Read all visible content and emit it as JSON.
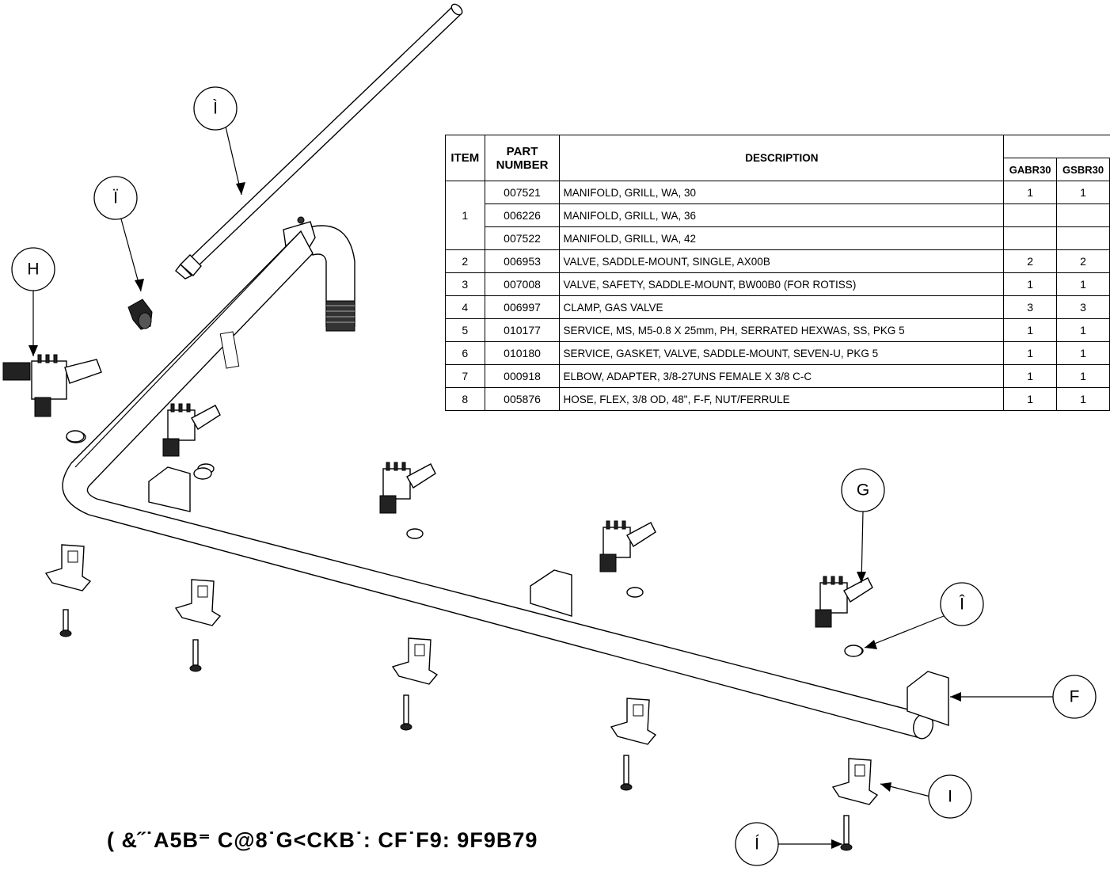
{
  "table": {
    "headers": {
      "item": "ITEM",
      "part_line1": "PART",
      "part_line2": "NUMBER",
      "description": "DESCRIPTION",
      "model1": "GABR30",
      "model2": "GSBR30"
    },
    "rows": [
      {
        "item": "1",
        "part": "007521",
        "desc": "MANIFOLD, GRILL, WA, 30",
        "q1": "1",
        "q2": "1"
      },
      {
        "item": "",
        "part": "006226",
        "desc": "MANIFOLD, GRILL, WA, 36",
        "q1": "",
        "q2": ""
      },
      {
        "item": "",
        "part": "007522",
        "desc": "MANIFOLD, GRILL, WA, 42",
        "q1": "",
        "q2": ""
      },
      {
        "item": "2",
        "part": "006953",
        "desc": "VALVE, SADDLE-MOUNT, SINGLE, AX00B",
        "q1": "2",
        "q2": "2"
      },
      {
        "item": "3",
        "part": "007008",
        "desc": "VALVE, SAFETY, SADDLE-MOUNT, BW00B0  (FOR ROTISS)",
        "q1": "1",
        "q2": "1"
      },
      {
        "item": "4",
        "part": "006997",
        "desc": "CLAMP, GAS VALVE",
        "q1": "3",
        "q2": "3"
      },
      {
        "item": "5",
        "part": "010177",
        "desc": "SERVICE, MS, M5-0.8 X 25mm, PH, SERRATED HEXWAS, SS, PKG 5",
        "q1": "1",
        "q2": "1"
      },
      {
        "item": "6",
        "part": "010180",
        "desc": "SERVICE, GASKET, VALVE, SADDLE-MOUNT, SEVEN-U, PKG 5",
        "q1": "1",
        "q2": "1"
      },
      {
        "item": "7",
        "part": "000918",
        "desc": "ELBOW, ADAPTER, 3/8-27UNS FEMALE X 3/8 C-C",
        "q1": "1",
        "q2": "1"
      },
      {
        "item": "8",
        "part": "005876",
        "desc": "HOSE, FLEX, 3/8 OD, 48\", F-F, NUT/FERRULE",
        "q1": "1",
        "q2": "1"
      }
    ]
  },
  "callouts": {
    "hose": "Ì",
    "elbow": "Ï",
    "safety_valve": "H",
    "valve": "G",
    "gasket": "Î",
    "clamp_plate": "F",
    "clamp": "I",
    "screw": "Í"
  },
  "footer_text": "( &˝˙A5B⁼ C@8˙G<CKB˙: CF˙F9: 9F9B79"
}
